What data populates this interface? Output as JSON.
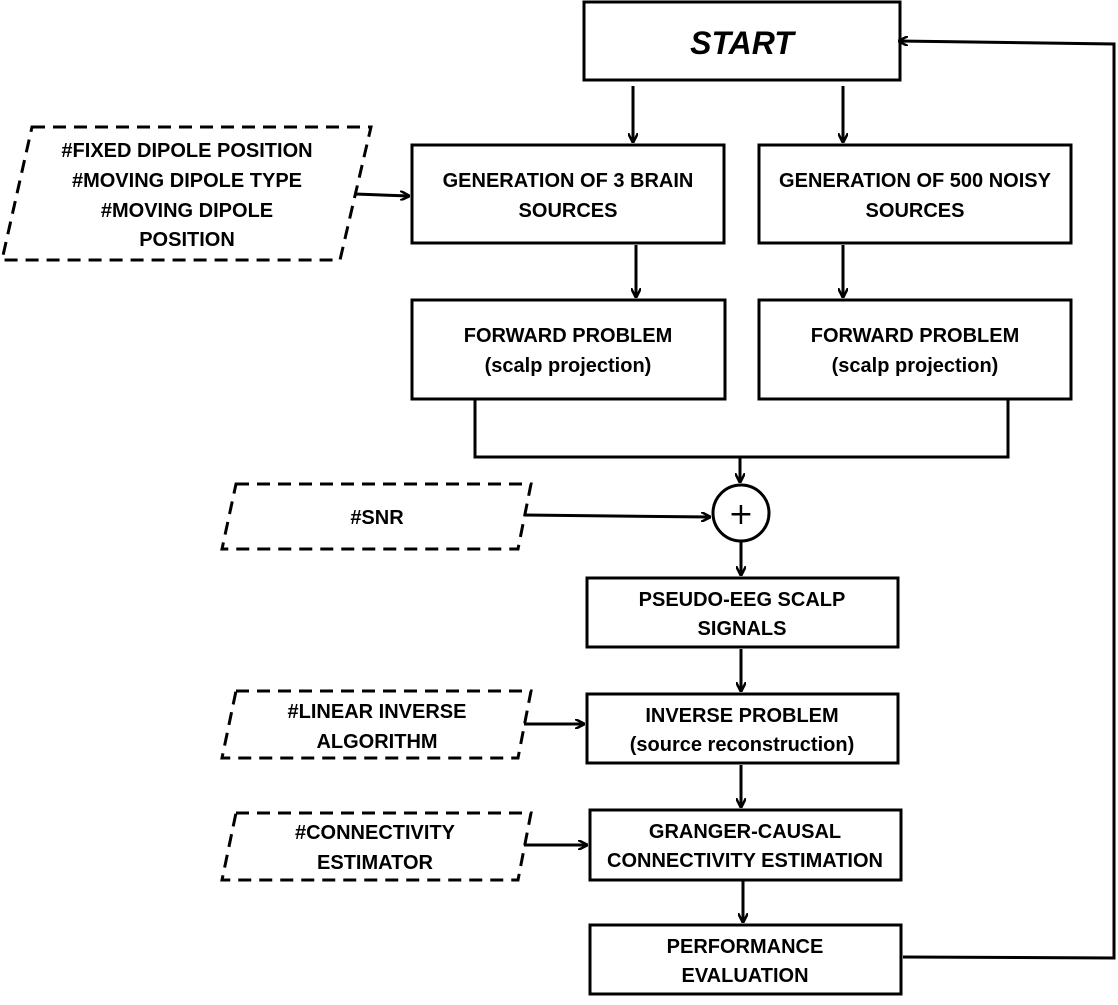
{
  "start": "START",
  "brain_sources": [
    "GENERATION OF 3 BRAIN",
    "SOURCES"
  ],
  "noisy_sources": [
    "GENERATION OF 500 NOISY",
    "SOURCES"
  ],
  "forward_left": [
    "FORWARD PROBLEM",
    "(scalp projection)"
  ],
  "forward_right": [
    "FORWARD PROBLEM",
    "(scalp projection)"
  ],
  "sum_symbol": "+",
  "pseudo_eeg": [
    "PSEUDO-EEG SCALP",
    "SIGNALS"
  ],
  "inverse": [
    "INVERSE PROBLEM",
    "(source reconstruction)"
  ],
  "granger": [
    "GRANGER-CAUSAL",
    "CONNECTIVITY ESTIMATION"
  ],
  "performance": [
    "PERFORMANCE",
    "EVALUATION"
  ],
  "param_dipole": [
    "#FIXED DIPOLE POSITION",
    "#MOVING DIPOLE TYPE",
    "#MOVING DIPOLE",
    "POSITION"
  ],
  "param_snr": [
    "#SNR"
  ],
  "param_inverse": [
    "#LINEAR INVERSE",
    "ALGORITHM"
  ],
  "param_connectivity": [
    "#CONNECTIVITY",
    "ESTIMATOR"
  ]
}
